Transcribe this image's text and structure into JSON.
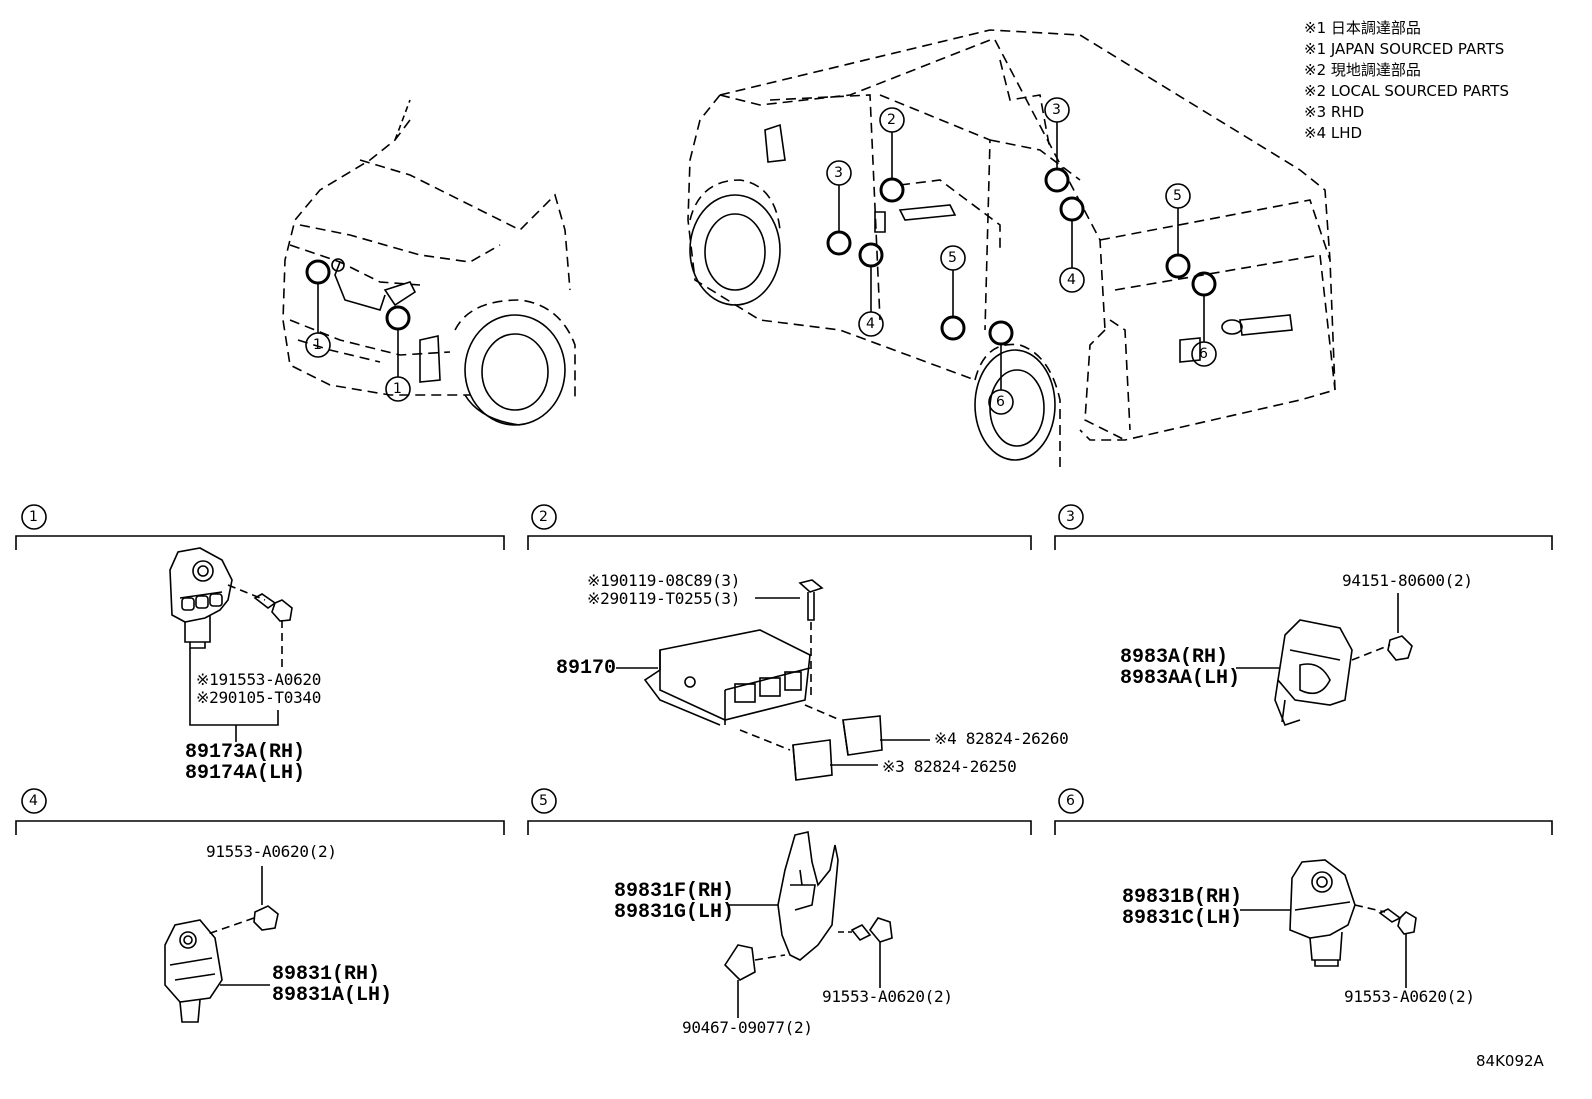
{
  "legend": [
    "※1 日本調達部品",
    "※1 JAPAN SOURCED PARTS",
    "※2 現地調達部品",
    "※2 LOCAL SOURCED PARTS",
    "※3 RHD",
    "※4 LHD"
  ],
  "callouts": [
    "1",
    "2",
    "3",
    "4",
    "5",
    "6"
  ],
  "sections": {
    "s1": {
      "num": "1",
      "bolt_a": "※191553-A0620",
      "bolt_b": "※290105-T0340",
      "part_rh": "89173A(RH)",
      "part_lh": "89174A(LH)"
    },
    "s2": {
      "num": "2",
      "screw_a": "※190119-08C89(3)",
      "screw_b": "※290119-T0255(3)",
      "ecu": "89170",
      "conn_lhd": "※4 82824-26260",
      "conn_rhd": "※3 82824-26250"
    },
    "s3": {
      "num": "3",
      "nut": "94151-80600(2)",
      "part_rh": "8983A(RH)",
      "part_lh": "8983AA(LH)"
    },
    "s4": {
      "num": "4",
      "bolt": "91553-A0620(2)",
      "part_rh": "89831(RH)",
      "part_lh": "89831A(LH)"
    },
    "s5": {
      "num": "5",
      "part_rh": "89831F(RH)",
      "part_lh": "89831G(LH)",
      "bolt": "91553-A0620(2)",
      "clip": "90467-09077(2)"
    },
    "s6": {
      "num": "6",
      "part_rh": "89831B(RH)",
      "part_lh": "89831C(LH)",
      "bolt": "91553-A0620(2)"
    }
  },
  "diagram_code": "84K092A"
}
